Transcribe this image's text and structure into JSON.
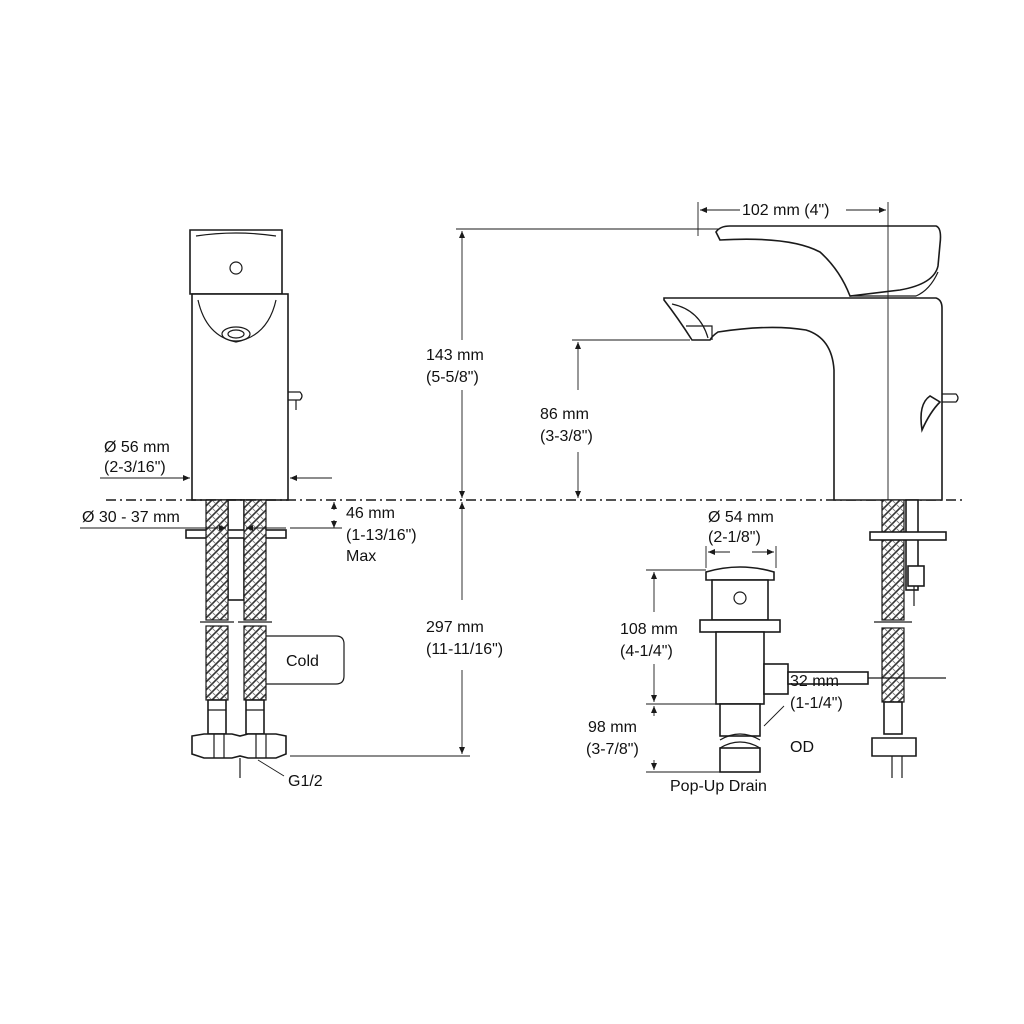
{
  "dimensions": {
    "spout_reach": "102 mm (4\")",
    "height_mm": "143 mm",
    "height_in": "(5-5/8\")",
    "spout_height_mm": "86 mm",
    "spout_height_in": "(3-3/8\")",
    "base_dia_mm": "Ø 56 mm",
    "base_dia_in": "(2-3/16\")",
    "hole_dia": "Ø 30 - 37 mm",
    "deck_mm": "46 mm",
    "deck_in": "(1-13/16\")",
    "deck_max": "Max",
    "hose_mm": "297 mm",
    "hose_in": "(11-11/16\")",
    "drain_dia_mm": "Ø 54 mm",
    "drain_dia_in": "(2-1/8\")",
    "drain_len_mm": "108 mm",
    "drain_len_in": "(4-1/4\")",
    "tail_mm": "98 mm",
    "tail_in": "(3-7/8\")",
    "tail_od_mm": "32 mm",
    "tail_od_in": "(1-1/4\")",
    "tail_od_label": "OD"
  },
  "labels": {
    "cold": "Cold",
    "thread": "G1/2",
    "popup_drain": "Pop-Up Drain"
  }
}
